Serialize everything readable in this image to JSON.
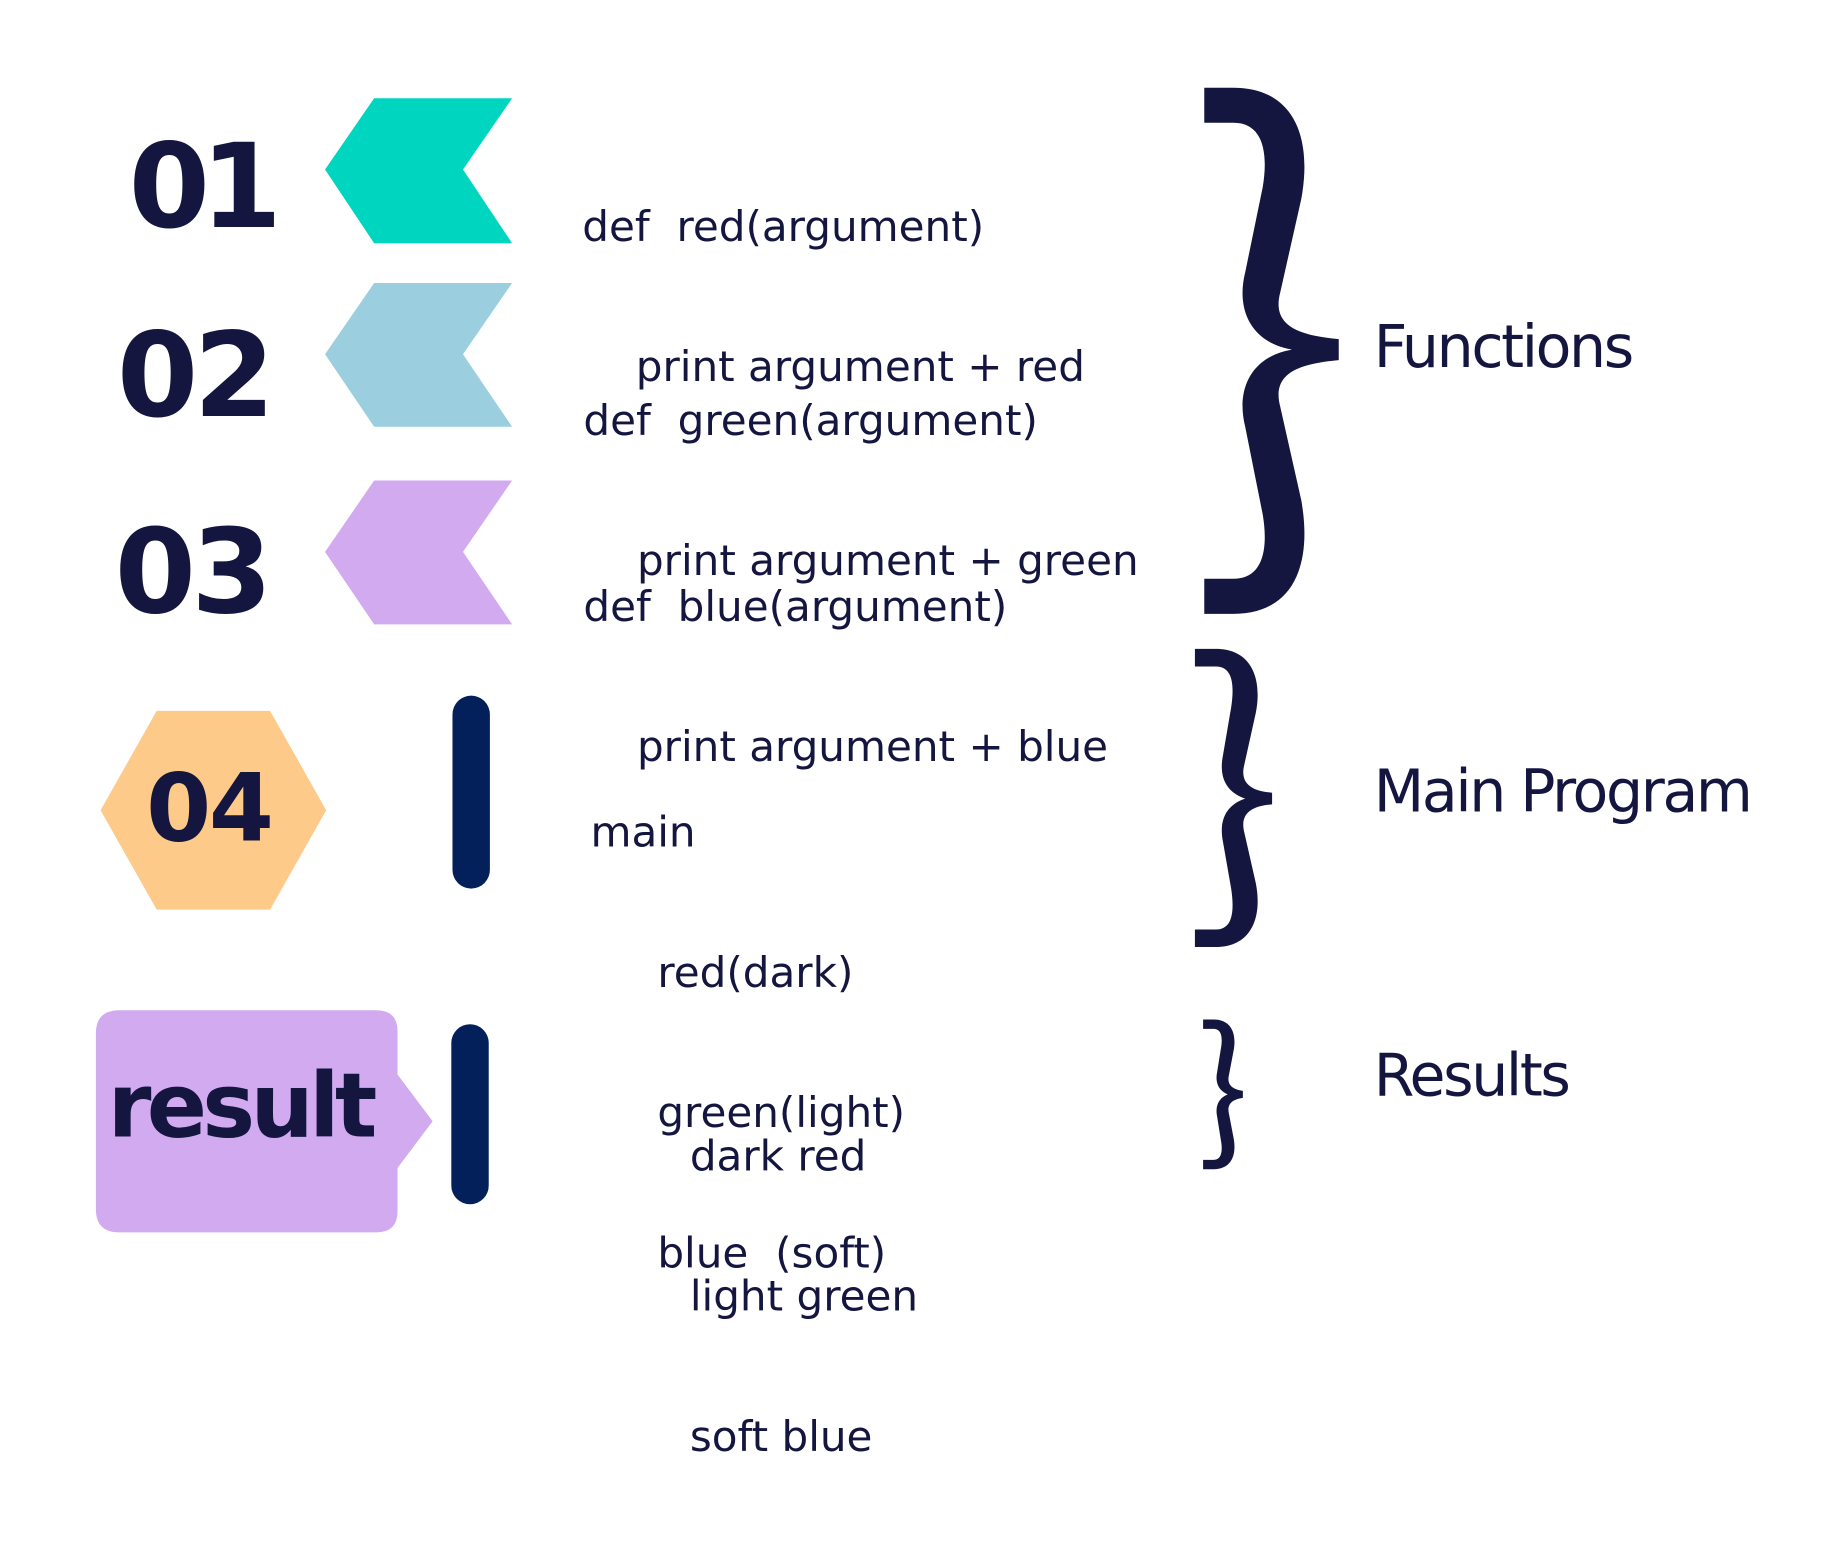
{
  "colors": {
    "text": "#14163f",
    "step01": "#00d5c0",
    "step02": "#9bcfe0",
    "step03": "#d2aaf0",
    "step04": "#fdca8a",
    "result": "#d2aaf0",
    "bar": "#03205a"
  },
  "steps": [
    {
      "number": "01",
      "code": [
        "def  red(argument)",
        "    print argument + red"
      ]
    },
    {
      "number": "02",
      "code": [
        "def  green(argument)",
        "    print argument + green"
      ]
    },
    {
      "number": "03",
      "code": [
        "def  blue(argument)",
        "    print argument + blue"
      ]
    }
  ],
  "main_step": {
    "number": "04",
    "code": [
      "main",
      "     red(dark)",
      "     green(light)",
      "     blue  (soft)"
    ]
  },
  "result_step": {
    "badge": "result",
    "code": [
      "dark red",
      "light green",
      "soft blue"
    ]
  },
  "brackets": {
    "functions": "Functions",
    "main_program": "Main Program",
    "results": "Results"
  }
}
